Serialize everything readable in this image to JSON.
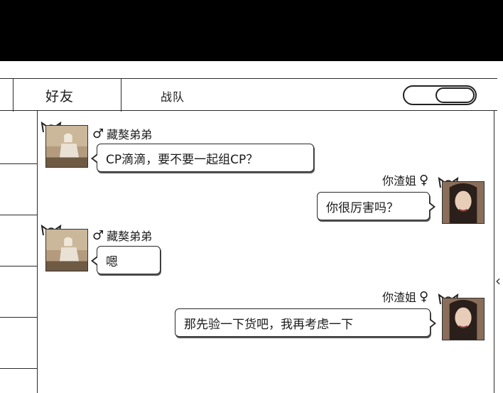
{
  "tabs": [
    {
      "label": "好友"
    },
    {
      "label": "战队"
    }
  ],
  "toggle": {
    "state": "on"
  },
  "messages": [
    {
      "side": "left",
      "sender": "藏獒弟弟",
      "gender_icon": "male-icon",
      "gender_glyph": "♂",
      "text": "CP滴滴，要不要一起组CP？"
    },
    {
      "side": "right",
      "sender": "你渣姐",
      "gender_icon": "female-icon",
      "gender_glyph": "♀",
      "text": "你很厉害吗？"
    },
    {
      "side": "left",
      "sender": "藏獒弟弟",
      "gender_icon": "male-icon",
      "gender_glyph": "♂",
      "text": "嗯"
    },
    {
      "side": "right",
      "sender": "你渣姐",
      "gender_icon": "female-icon",
      "gender_glyph": "♀",
      "text": "那先验一下货吧，我再考虑一下"
    }
  ],
  "collapse_handle": {
    "glyph": "‹"
  },
  "colors": {
    "top_bar": "#000000",
    "line": "#2a2a2a",
    "background": "#ffffff",
    "avatar_male_bg": "#9a7f62",
    "avatar_female_bg": "#8a6e5a"
  }
}
